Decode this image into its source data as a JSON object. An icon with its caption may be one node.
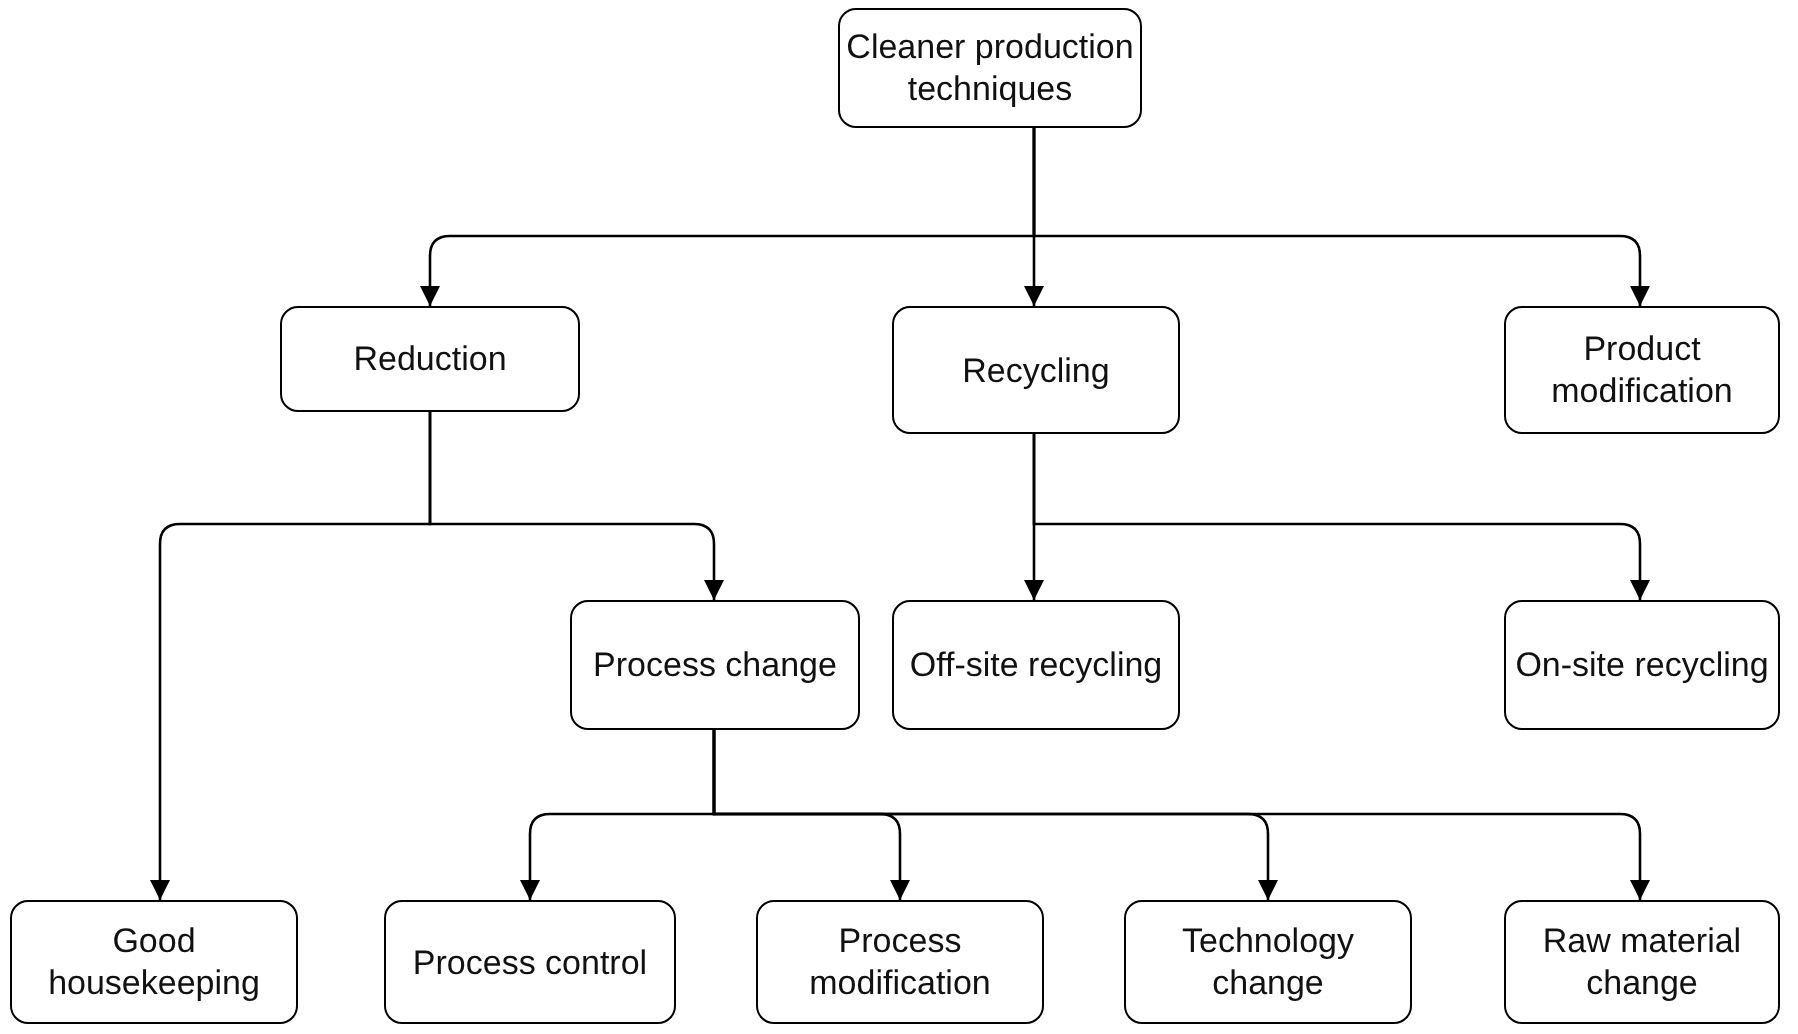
{
  "diagram": {
    "nodes": [
      {
        "text": [
          "Cleaner production techniques"
        ]
      },
      {
        "text": [
          "Reduction"
        ]
      },
      {
        "text": [
          "Recycling"
        ]
      },
      {
        "text": [
          "Product modification"
        ]
      },
      {
        "text": [
          "Good housekeeping"
        ]
      },
      {
        "text": [
          "Process change"
        ]
      },
      {
        "text": [
          "Off-site recycling"
        ]
      },
      {
        "text": [
          "On-site recycling"
        ]
      },
      {
        "text": [
          "Process control"
        ]
      },
      {
        "text": [
          "Process modification"
        ]
      },
      {
        "text": [
          "Technology change"
        ]
      },
      {
        "text": [
          "Raw material change"
        ]
      }
    ],
    "edges": [
      {
        "from": 0,
        "to": 1,
        "arrow": "to"
      },
      {
        "from": 0,
        "to": 2,
        "arrow": "to"
      },
      {
        "from": 0,
        "to": 3,
        "arrow": "to"
      },
      {
        "from": 1,
        "to": 4,
        "arrow": "to"
      },
      {
        "from": 1,
        "to": 5,
        "arrow": "to"
      },
      {
        "from": 2,
        "to": 6,
        "arrow": "to"
      },
      {
        "from": 2,
        "to": 7,
        "arrow": "to"
      },
      {
        "from": 5,
        "to": 8,
        "arrow": "to"
      },
      {
        "from": 5,
        "to": 9,
        "arrow": "to"
      },
      {
        "from": 5,
        "to": 10,
        "arrow": "to"
      },
      {
        "from": 5,
        "to": 11,
        "arrow": "to"
      }
    ]
  }
}
